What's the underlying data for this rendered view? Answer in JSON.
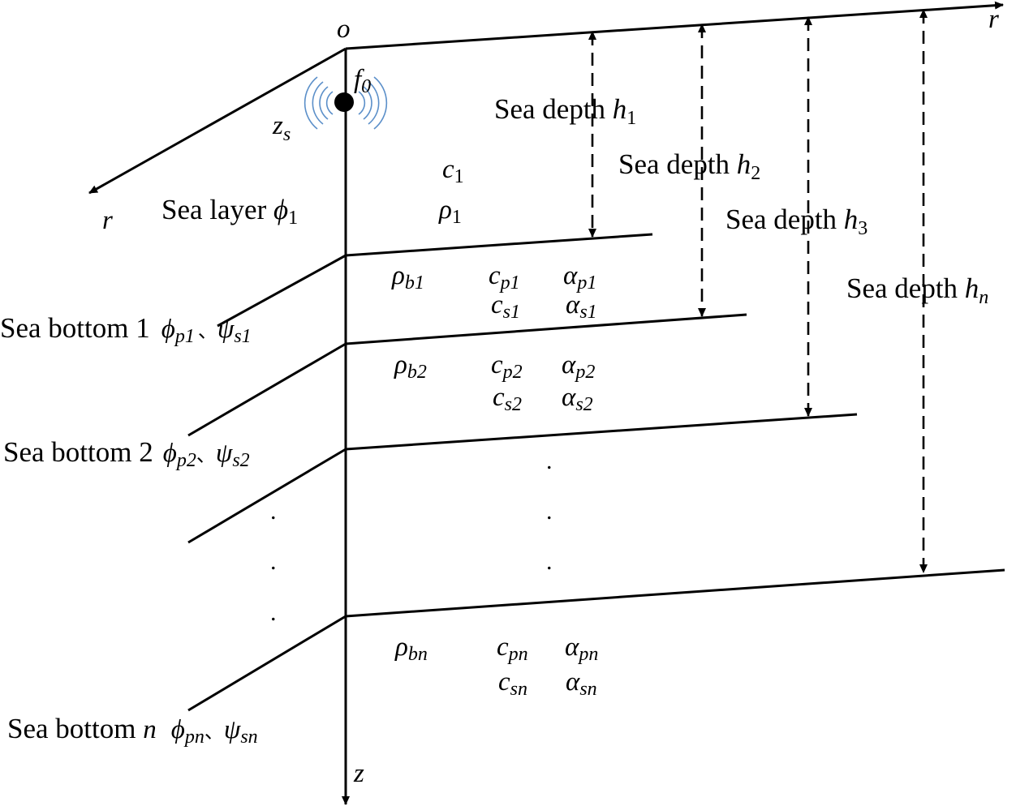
{
  "axes": {
    "origin": "o",
    "r": "r",
    "z": "z"
  },
  "source": {
    "frequency": {
      "base": "f",
      "sub": "0"
    },
    "depth": {
      "base": "z",
      "sub": "s"
    }
  },
  "sea_depths": [
    {
      "text": "Sea depth ",
      "sym": "h",
      "sub": "1"
    },
    {
      "text": "Sea depth ",
      "sym": "h",
      "sub": "2"
    },
    {
      "text": "Sea depth ",
      "sym": "h",
      "sub": "3"
    },
    {
      "text": "Sea depth ",
      "sym": "h",
      "sub": "n"
    }
  ],
  "sea_layer": {
    "label": "Sea layer ",
    "potential": {
      "base": "ϕ",
      "sub": "1"
    },
    "speed": {
      "base": "c",
      "sub": "1"
    },
    "density": {
      "base": "ρ",
      "sub": "1"
    }
  },
  "bottoms": [
    {
      "label": "Sea bottom 1",
      "label_sym": "",
      "phi": {
        "base": "ϕ",
        "sub": "p1"
      },
      "sep": "、",
      "psi": {
        "base": "ψ",
        "sub": "s1"
      },
      "rho": {
        "base": "ρ",
        "sub": "b1"
      },
      "cp": {
        "base": "c",
        "sub": "p1"
      },
      "ap": {
        "base": "α",
        "sub": "p1"
      },
      "cs": {
        "base": "c",
        "sub": "s1"
      },
      "as": {
        "base": "α",
        "sub": "s1"
      }
    },
    {
      "label": "Sea bottom 2",
      "label_sym": "",
      "phi": {
        "base": "ϕ",
        "sub": "p2"
      },
      "sep": "、",
      "psi": {
        "base": "ψ",
        "sub": "s2"
      },
      "rho": {
        "base": "ρ",
        "sub": "b2"
      },
      "cp": {
        "base": "c",
        "sub": "p2"
      },
      "ap": {
        "base": "α",
        "sub": "p2"
      },
      "cs": {
        "base": "c",
        "sub": "s2"
      },
      "as": {
        "base": "α",
        "sub": "s2"
      }
    },
    {
      "label": "Sea bottom ",
      "label_sym": "n",
      "phi": {
        "base": "ϕ",
        "sub": "pn"
      },
      "sep": "、",
      "psi": {
        "base": "ψ",
        "sub": "sn"
      },
      "rho": {
        "base": "ρ",
        "sub": "bn"
      },
      "cp": {
        "base": "c",
        "sub": "pn"
      },
      "ap": {
        "base": "α",
        "sub": "pn"
      },
      "cs": {
        "base": "c",
        "sub": "sn"
      },
      "as": {
        "base": "α",
        "sub": "sn"
      }
    }
  ],
  "ellipsis_dot": "."
}
